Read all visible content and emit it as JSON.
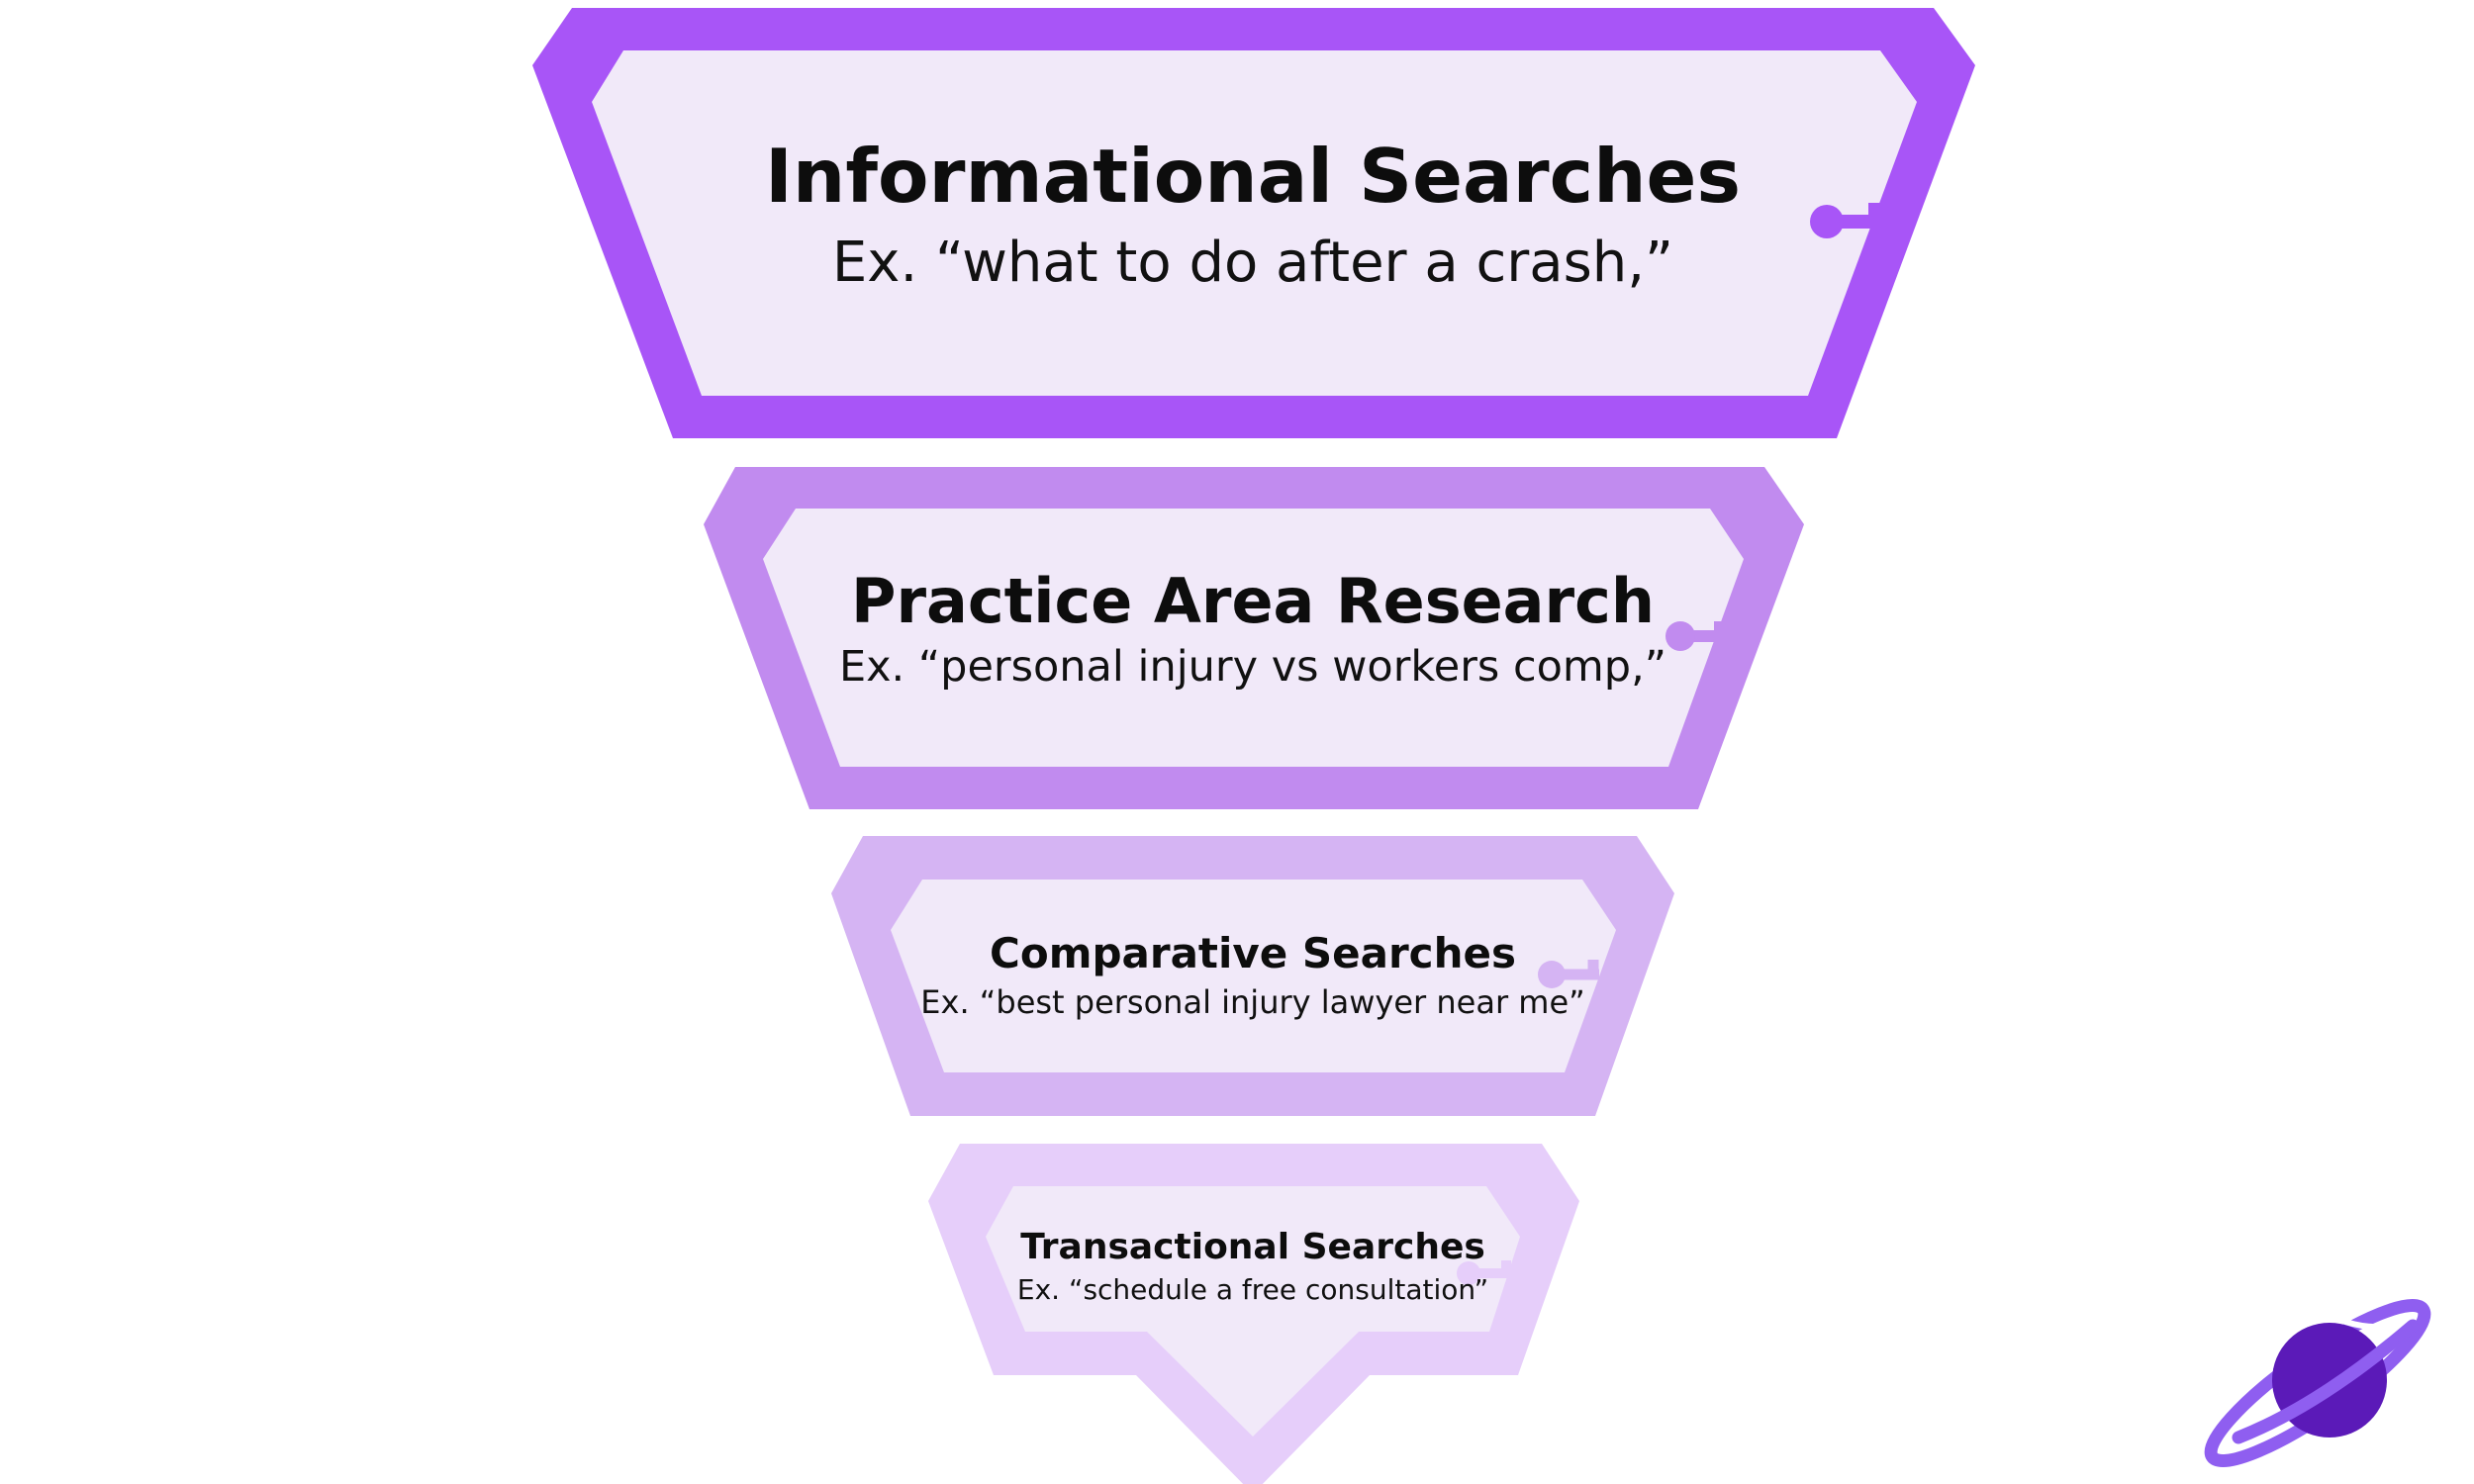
{
  "colors": {
    "background": "#ffffff",
    "inner_fill": "#f1e9f9",
    "text": "#0d0d0d",
    "logo_planet": "#5b1ab8",
    "logo_ring": "#8f5ef0"
  },
  "funnel": {
    "stages": [
      {
        "title": "Informational Searches",
        "example": "Ex. “what to do after a crash,”",
        "color": "#a855f7"
      },
      {
        "title": "Practice Area Research",
        "example": "Ex. “personal injury vs workers comp,”",
        "color": "#c18bef"
      },
      {
        "title": "Comparative Searches",
        "example": "Ex. “best personal injury lawyer near me”",
        "color": "#d5b4f3"
      },
      {
        "title": "Transactional Searches",
        "example": "Ex. “schedule a free consultation”",
        "color": "#e6cefa"
      }
    ]
  },
  "logo": {
    "icon": "ringed-planet-icon"
  }
}
